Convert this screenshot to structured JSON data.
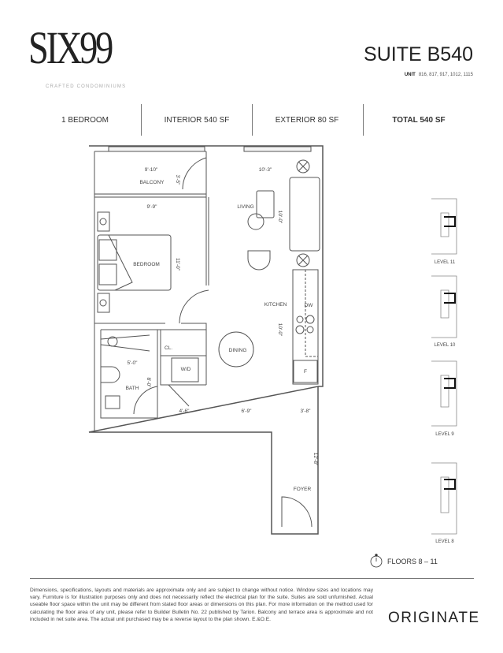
{
  "brand": {
    "logo": "SIX99",
    "tagline": "CRAFTED CONDOMINIUMS"
  },
  "suite": {
    "title": "SUITE B540",
    "unit_label": "UNIT",
    "units": "816, 817, 917, 1012, 1115"
  },
  "stats": [
    "1 BEDROOM",
    "INTERIOR 540 SF",
    "EXTERIOR 80 SF",
    "TOTAL 540 SF"
  ],
  "plan": {
    "rooms": {
      "balcony": "BALCONY",
      "living": "LIVING",
      "bedroom": "BEDROOM",
      "kitchen": "KITCHEN",
      "dining": "DINING",
      "bath": "BATH",
      "closet": "CL.",
      "washer_dryer": "W/D",
      "dishwasher": "DW",
      "fridge": "F",
      "foyer": "FOYER"
    },
    "dims": {
      "balcony_w": "9'-10\"",
      "balcony_d": "3'-5\"",
      "bedroom_w": "9'-9\"",
      "bedroom_d": "11'-0\"",
      "living_w": "10'-3\"",
      "living_d": "10'-0\"",
      "kitchen_d": "10'-0\"",
      "bath_w": "5'-0\"",
      "bath_d": "8'-0\"",
      "hall_1": "4'-6\"",
      "hall_2": "6'-9\"",
      "hall_3": "3'-8\"",
      "foyer_d": "12'-8\""
    }
  },
  "keyplans": [
    "LEVEL 11",
    "LEVEL 10",
    "LEVEL 9",
    "LEVEL 8"
  ],
  "floors": "FLOORS 8 – 11",
  "disclaimer": "Dimensions, specifications, layouts and materials are approximate only and are subject to change without notice. Window sizes and locations may vary. Furniture is for illustration purposes only and does not necessarily reflect the electrical plan for the suite. Suites are sold unfurnished. Actual useable floor space within the unit may be different from stated floor areas or dimensions on this plan. For more information on the method used for calculating the floor area of any unit, please refer to Builder Bulletin No. 22 published by Tarion. Balcony and terrace area is approximate and not included in net suite area. The actual unit purchased may be a reverse layout to the plan shown. E.&O.E.",
  "developer": "ORIGINATE"
}
